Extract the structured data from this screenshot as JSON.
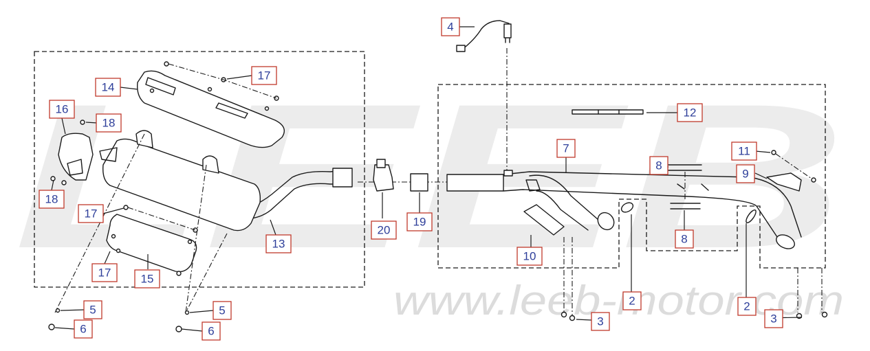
{
  "watermark": {
    "logo_text": "LEEB",
    "url": "www.leeb-motor.com"
  },
  "callouts": [
    {
      "id": "c2a",
      "label": "2"
    },
    {
      "id": "c2b",
      "label": "2"
    },
    {
      "id": "c3a",
      "label": "3"
    },
    {
      "id": "c3b",
      "label": "3"
    },
    {
      "id": "c4",
      "label": "4"
    },
    {
      "id": "c5a",
      "label": "5"
    },
    {
      "id": "c5b",
      "label": "5"
    },
    {
      "id": "c6a",
      "label": "6"
    },
    {
      "id": "c6b",
      "label": "6"
    },
    {
      "id": "c7",
      "label": "7"
    },
    {
      "id": "c8a",
      "label": "8"
    },
    {
      "id": "c8b",
      "label": "8"
    },
    {
      "id": "c9",
      "label": "9"
    },
    {
      "id": "c10",
      "label": "10"
    },
    {
      "id": "c11",
      "label": "11"
    },
    {
      "id": "c12",
      "label": "12"
    },
    {
      "id": "c13",
      "label": "13"
    },
    {
      "id": "c14",
      "label": "14"
    },
    {
      "id": "c15",
      "label": "15"
    },
    {
      "id": "c16",
      "label": "16"
    },
    {
      "id": "c17a",
      "label": "17"
    },
    {
      "id": "c17b",
      "label": "17"
    },
    {
      "id": "c17c",
      "label": "17"
    },
    {
      "id": "c18a",
      "label": "18"
    },
    {
      "id": "c18b",
      "label": "18"
    },
    {
      "id": "c19",
      "label": "19"
    },
    {
      "id": "c20",
      "label": "20"
    }
  ]
}
